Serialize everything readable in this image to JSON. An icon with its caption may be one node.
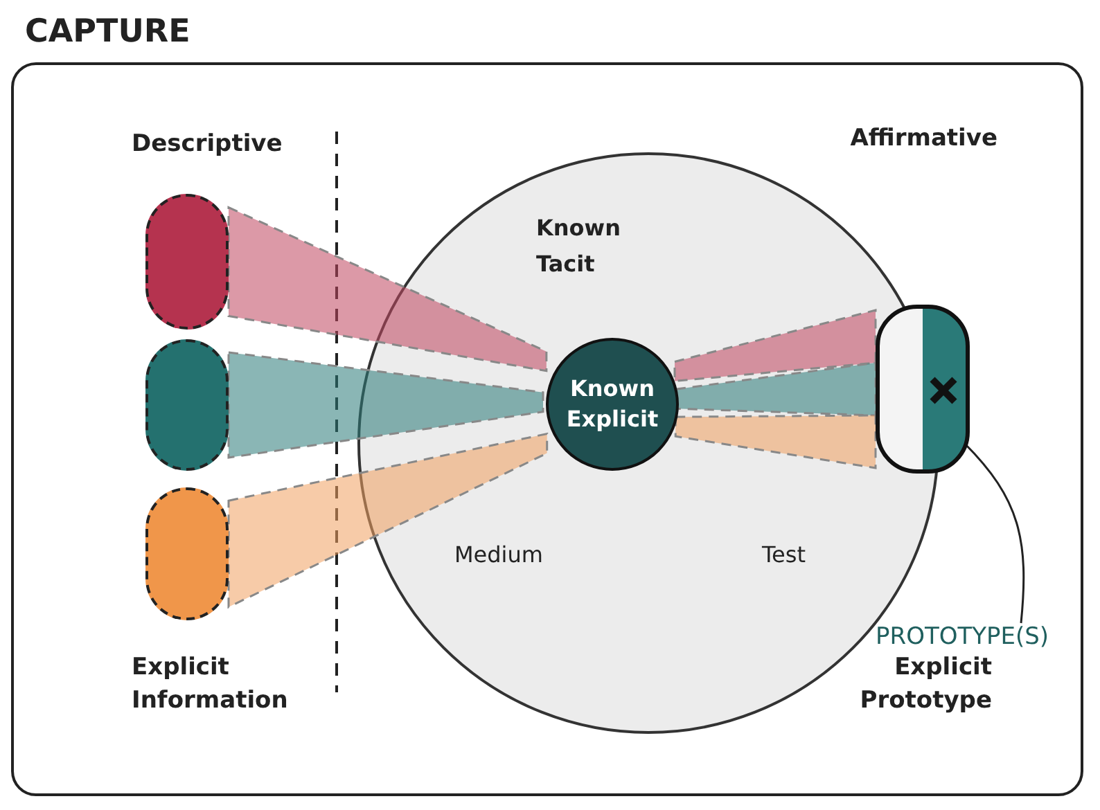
{
  "diagram": {
    "title": "CAPTURE",
    "nodes": [
      {
        "text": [
          "Known Tacit",
          "Medium",
          "Test"
        ]
      },
      {
        "text": [
          "Known Explicit"
        ],
        "in": 0
      },
      {
        "text": [],
        "shape": "box"
      },
      {
        "text": [],
        "shape": "box"
      },
      {
        "text": [],
        "shape": "box"
      },
      {
        "text": [],
        "shape": "box"
      },
      {
        "text": [
          "PROTOTYPE(S)"
        ]
      }
    ],
    "edges": [
      {
        "from": 2,
        "to": 1,
        "arrow": "none",
        "style": "dashed",
        "color": "#c0455e"
      },
      {
        "from": 3,
        "to": 1,
        "arrow": "none",
        "style": "dashed",
        "color": "#2a7a78"
      },
      {
        "from": 4,
        "to": 1,
        "arrow": "none",
        "style": "dashed",
        "color": "#f0a060"
      },
      {
        "from": 1,
        "to": 5,
        "arrow": "none",
        "style": "dashed",
        "color": "#c0455e"
      },
      {
        "from": 1,
        "to": 5,
        "arrow": "none",
        "style": "dashed",
        "color": "#2a7a78"
      },
      {
        "from": 1,
        "to": 5,
        "arrow": "none",
        "style": "dashed",
        "color": "#f0a060"
      },
      {
        "from": 6,
        "to": 5,
        "arrow": "none"
      }
    ],
    "labels": [
      "Descriptive",
      "Affirmative",
      "Explicit Information",
      "Explicit Prototype"
    ]
  }
}
